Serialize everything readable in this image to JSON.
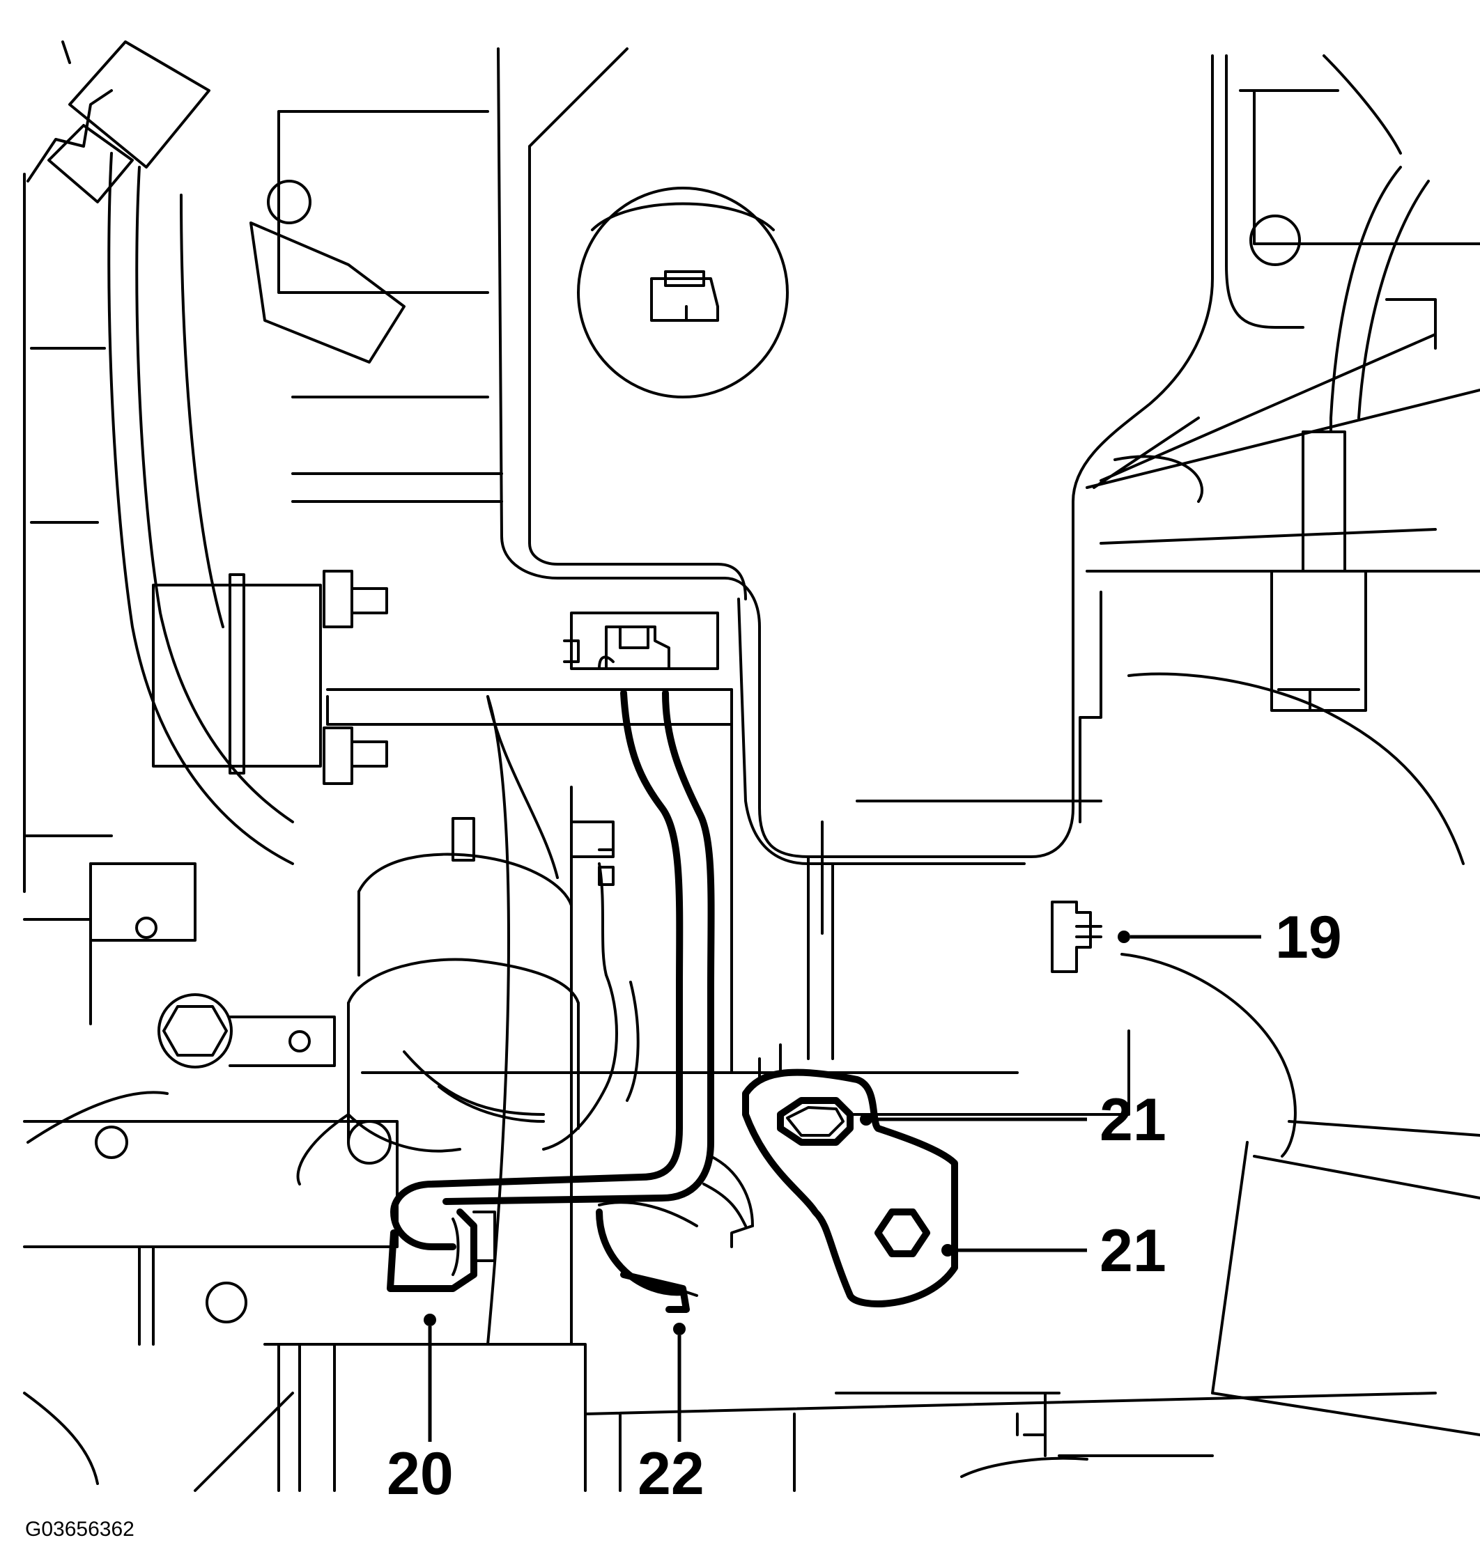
{
  "figure": {
    "id_label": "G03656362"
  },
  "callouts": {
    "c19": "19",
    "c20": "20",
    "c21a": "21",
    "c21b": "21",
    "c22": "22"
  }
}
